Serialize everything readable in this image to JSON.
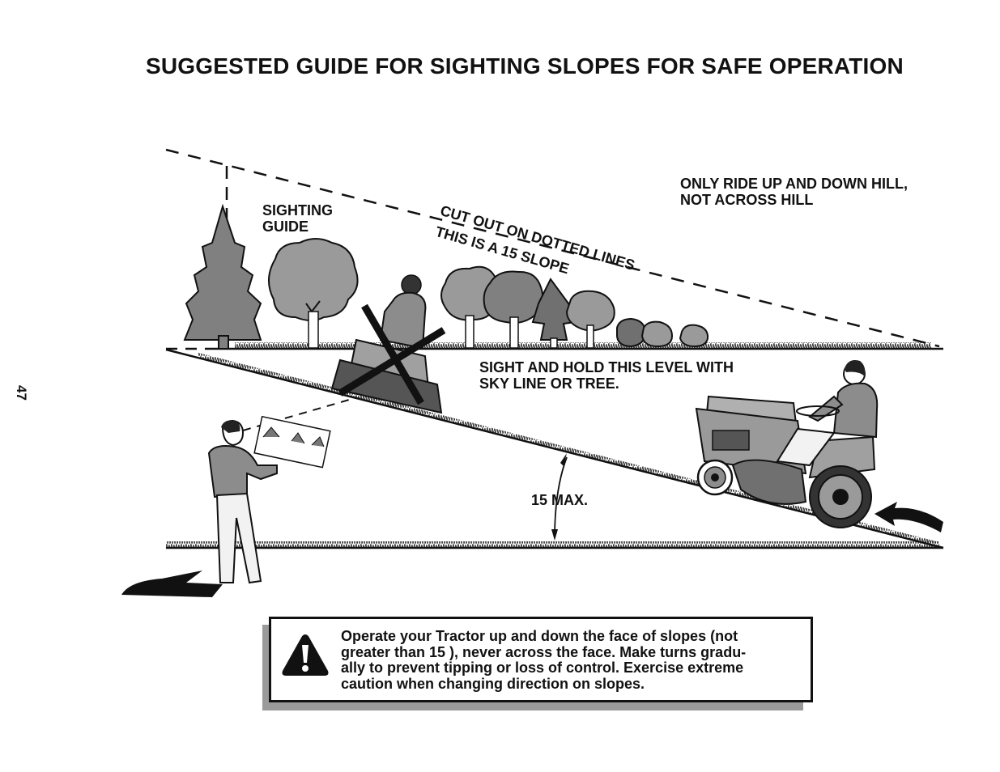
{
  "document": {
    "title": "SUGGESTED GUIDE FOR SIGHTING SLOPES FOR SAFE OPERATION",
    "page_number": "47"
  },
  "diagram": {
    "sighting_guide": [
      "SIGHTING",
      "GUIDE"
    ],
    "cut_out": "CUT OUT ON DOTTED LINES",
    "slope_label": "THIS IS A 15  SLOPE",
    "ride_instruction": [
      "ONLY RIDE UP AND DOWN HILL,",
      "NOT ACROSS HILL"
    ],
    "hold_instruction": [
      "SIGHT AND HOLD THIS LEVEL WITH",
      "SKY LINE OR TREE."
    ],
    "max_angle": "15  MAX."
  },
  "warning": {
    "icon": "warning-triangle-icon",
    "lines": [
      "Operate your Tractor up and down the face of slopes (not",
      "greater than 15 ), never across the face. Make turns gradu-",
      "ally to prevent tipping or loss of control. Exercise extreme",
      "caution when changing direction on slopes."
    ]
  }
}
